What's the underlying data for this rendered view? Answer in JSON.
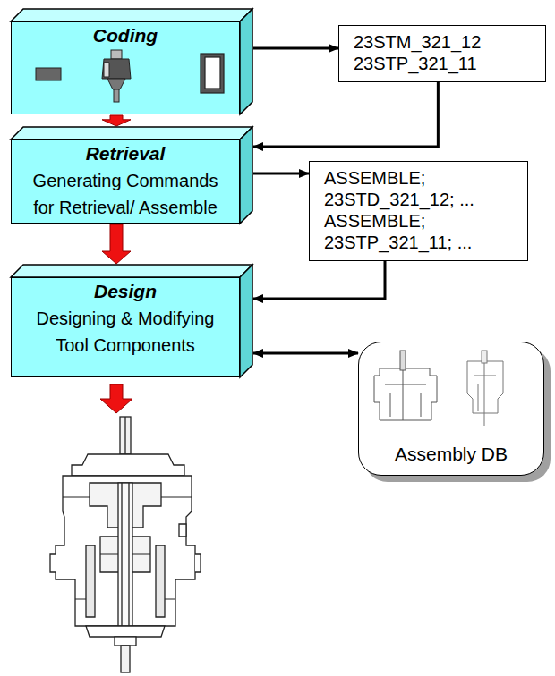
{
  "diagram": {
    "nodes": [
      {
        "text": [
          "Coding"
        ]
      },
      {
        "text": [
          "23STM_321_12 23STP_321_11"
        ]
      },
      {
        "text": [
          "Retrieval",
          "Generating Commands for Retrieval/ Assemble"
        ]
      },
      {
        "text": [
          "ASSEMBLE; 23STD_321_12; ... ASSEMBLE; 23STP_321_11; ..."
        ]
      },
      {
        "text": [
          "Design",
          "Designing & Modifying Tool Components"
        ]
      },
      {
        "text": [
          "Assembly DB"
        ]
      }
    ],
    "edges": [
      {
        "from": 0,
        "to": 1,
        "arrow": "to"
      },
      {
        "from": 1,
        "to": 2,
        "arrow": "to"
      },
      {
        "from": 0,
        "to": 2,
        "arrow": "to"
      },
      {
        "from": 2,
        "to": 3,
        "arrow": "to"
      },
      {
        "from": 3,
        "to": 4,
        "arrow": "to"
      },
      {
        "from": 2,
        "to": 4,
        "arrow": "to"
      },
      {
        "from": 4,
        "to": 5,
        "arrow": "both"
      }
    ]
  }
}
